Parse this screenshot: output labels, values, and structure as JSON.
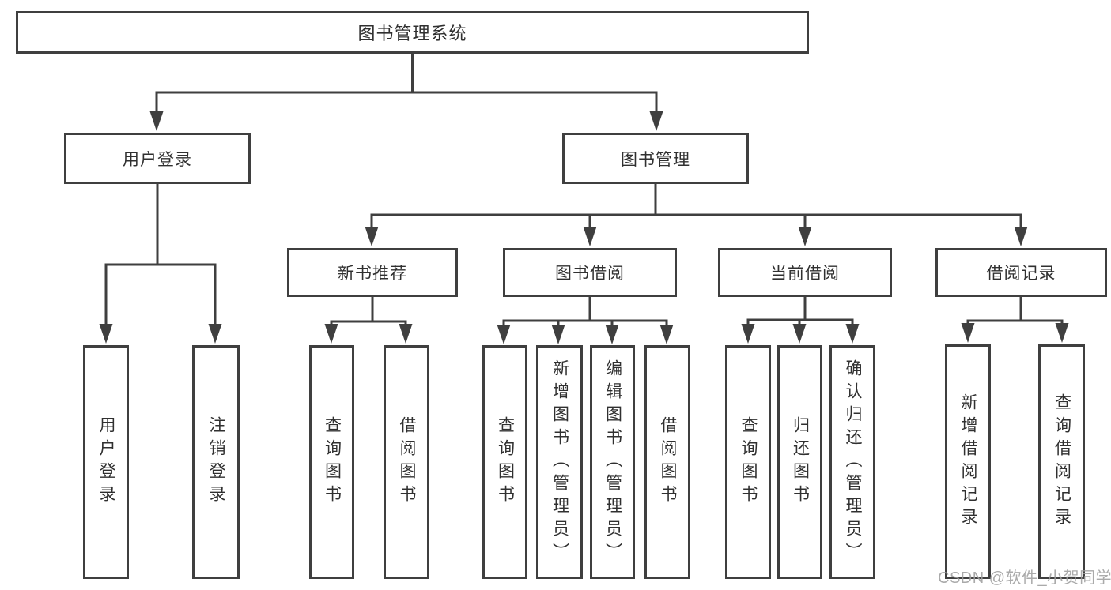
{
  "colors": {
    "line": "#3f3f3f",
    "box_border": "#3f3f3f",
    "box_background": "#ffffff",
    "text": "#303030",
    "watermark": "#9e9e9e"
  },
  "tree": {
    "root": "图书管理系统",
    "children": [
      {
        "label": "用户登录",
        "children": [
          "用户登录",
          "注销登录"
        ]
      },
      {
        "label": "图书管理",
        "children": [
          {
            "label": "新书推荐",
            "children": [
              "查询图书",
              "借阅图书"
            ]
          },
          {
            "label": "图书借阅",
            "children": [
              "查询图书",
              "新增图书（管理员）",
              "编辑图书（管理员）",
              "借阅图书"
            ]
          },
          {
            "label": "当前借阅",
            "children": [
              "查询图书",
              "归还图书",
              "确认归还（管理员）"
            ]
          },
          {
            "label": "借阅记录",
            "children": [
              "新增借阅记录",
              "查询借阅记录"
            ]
          }
        ]
      }
    ]
  },
  "watermark": {
    "text": "CSDN @软件_小贺同学"
  }
}
